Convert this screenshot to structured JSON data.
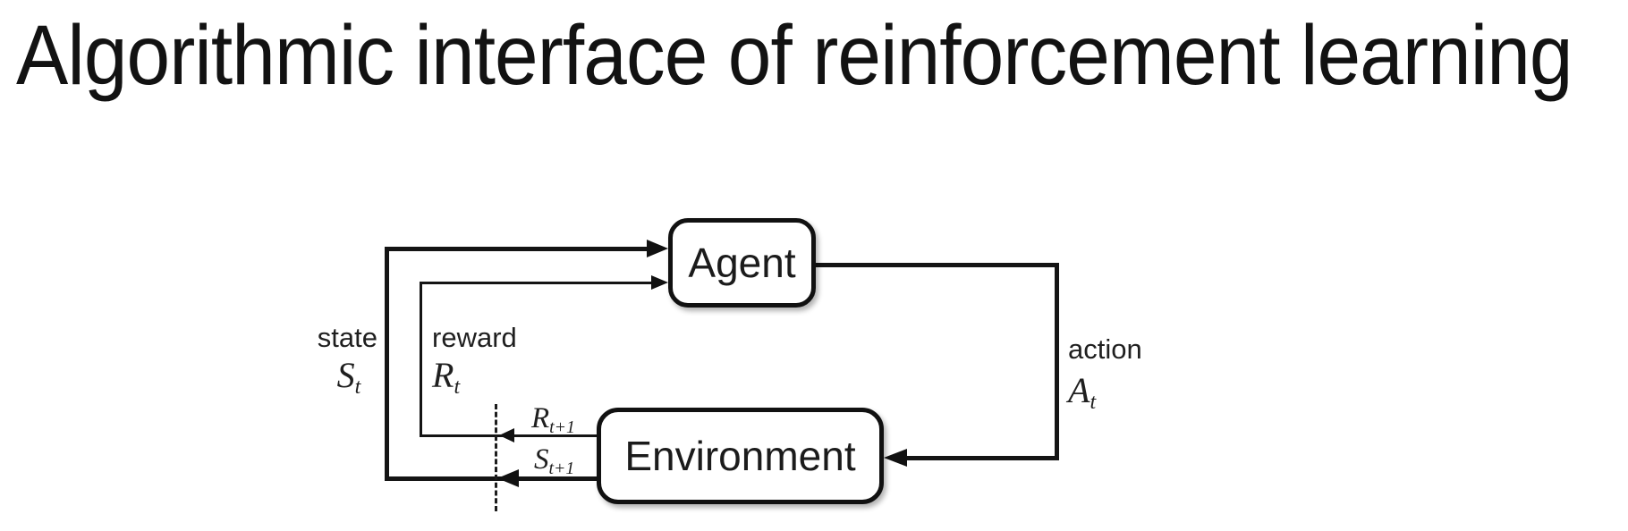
{
  "title": "Algorithmic interface of reinforcement learning",
  "diagram": {
    "agent_label": "Agent",
    "environment_label": "Environment",
    "state": {
      "word": "state",
      "symbol": "S",
      "subscript": "t"
    },
    "reward": {
      "word": "reward",
      "symbol": "R",
      "subscript": "t"
    },
    "action": {
      "word": "action",
      "symbol": "A",
      "subscript": "t"
    },
    "next_reward": {
      "symbol": "R",
      "subscript": "t+1"
    },
    "next_state": {
      "symbol": "S",
      "subscript": "t+1"
    },
    "colors": {
      "background": "#ffffff",
      "line": "#141414",
      "box_border": "#111111",
      "box_fill": "#ffffff",
      "text": "#1f1f1f"
    }
  }
}
